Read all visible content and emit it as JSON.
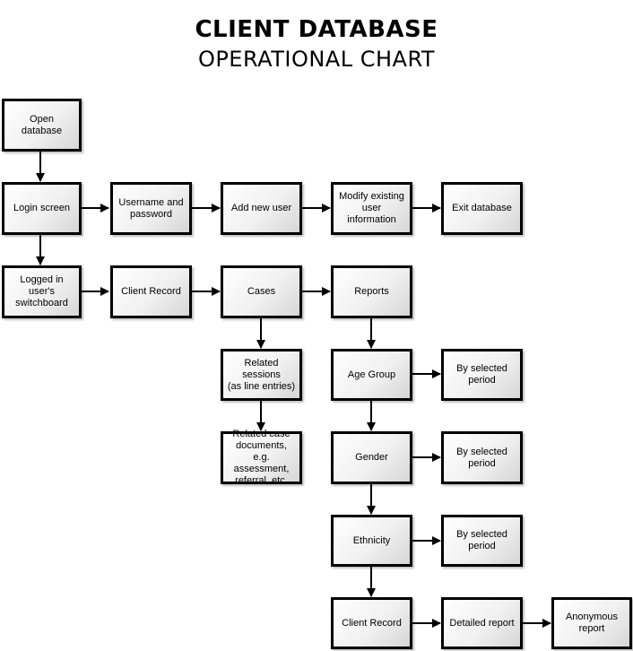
{
  "title": {
    "line1": "CLIENT DATABASE",
    "line2": "OPERATIONAL CHART"
  },
  "nodes": {
    "open_database": "Open database",
    "login_screen": "Login screen",
    "username_password": "Username and\npassword",
    "add_new_user": "Add new user",
    "modify_user": "Modify existing\nuser information",
    "exit_database": "Exit database",
    "switchboard": "Logged in user's\nswitchboard",
    "client_record_1": "Client Record",
    "cases": "Cases",
    "reports": "Reports",
    "related_sessions": "Related sessions\n(as line entries)",
    "related_docs": "Related case\ndocuments, e.g.\nassessment,\nreferral, etc.",
    "age_group": "Age Group",
    "age_period": "By selected\nperiod",
    "gender": "Gender",
    "gender_period": "By selected\nperiod",
    "ethnicity": "Ethnicity",
    "ethnicity_period": "By selected\nperiod",
    "client_record_2": "Client Record",
    "detailed_report": "Detailed report",
    "anonymous_report": "Anonymous\nreport"
  }
}
